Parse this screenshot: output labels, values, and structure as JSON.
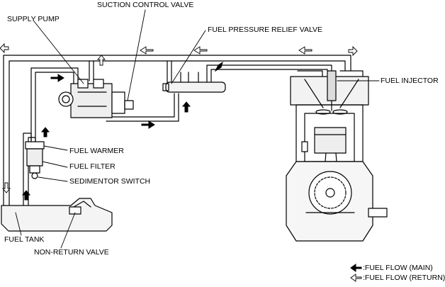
{
  "labels": {
    "supply_pump": "SUPPLY PUMP",
    "suction_control_valve": "SUCTION CONTROL VALVE",
    "fuel_pressure_relief_valve": "FUEL PRESSURE RELIEF VALVE",
    "fuel_injector": "FUEL INJECTOR",
    "fuel_warmer": "FUEL WARMER",
    "fuel_filter": "FUEL FILTER",
    "sedimentor_switch": "SEDIMENTOR SWITCH",
    "fuel_tank": "FUEL TANK",
    "non_return_valve": "NON-RETURN VALVE"
  },
  "legend": {
    "main": ":FUEL FLOW (MAIN)",
    "return": ":FUEL FLOW (RETURN)"
  },
  "icons": [
    "filled-arrow-icon",
    "outline-arrow-icon"
  ],
  "colors": {
    "line": "#000000",
    "background": "#ffffff",
    "fill": "#e6e6e6"
  }
}
